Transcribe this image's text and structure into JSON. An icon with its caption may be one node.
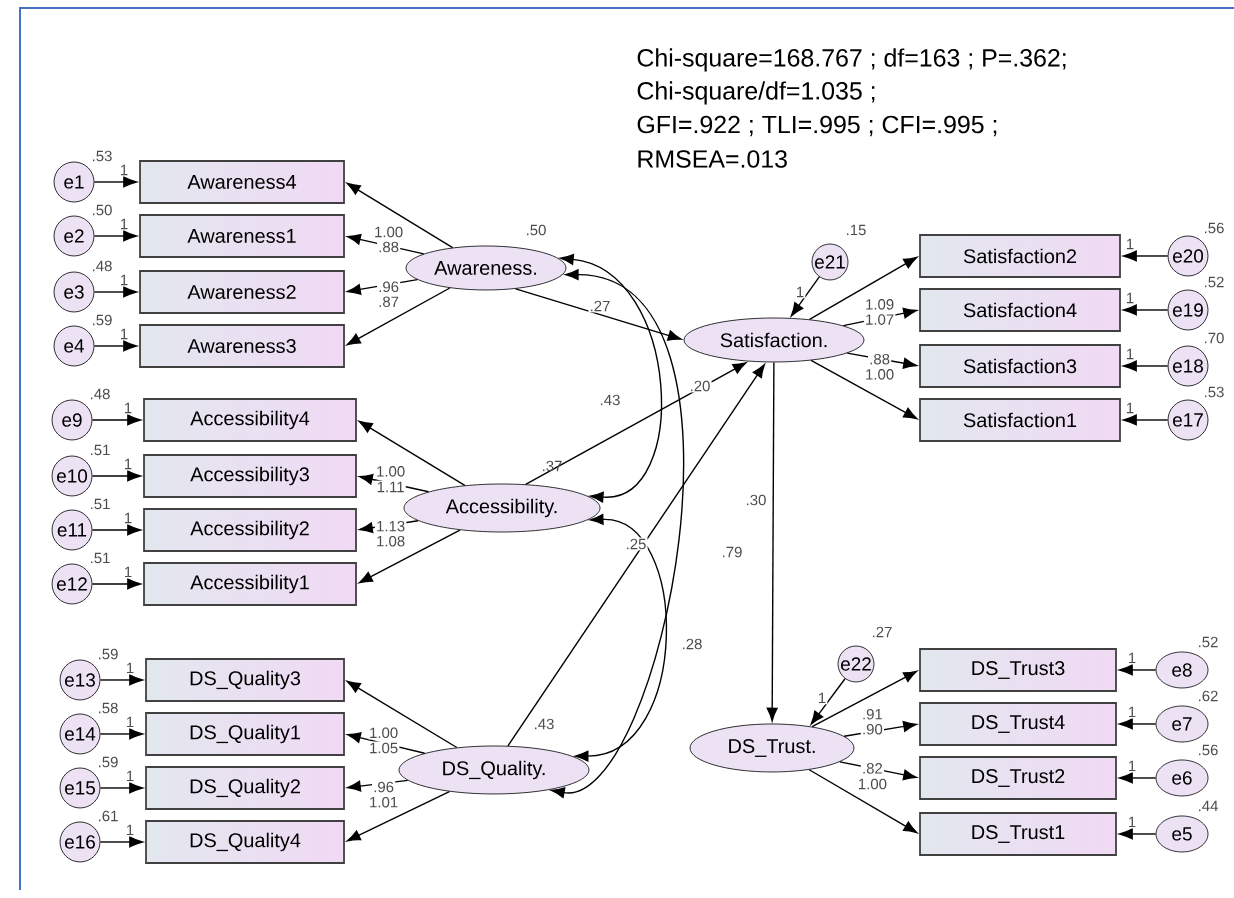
{
  "diagram": {
    "nodes": [
      {
        "text": [
          "e1"
        ],
        "beside": [
          ".53"
        ]
      },
      {
        "text": [
          "e2"
        ],
        "beside": [
          ".50"
        ]
      },
      {
        "text": [
          "e3"
        ],
        "beside": [
          ".48"
        ]
      },
      {
        "text": [
          "e4"
        ],
        "beside": [
          ".59"
        ]
      },
      {
        "text": [
          "Awareness4"
        ]
      },
      {
        "text": [
          "Awareness1"
        ]
      },
      {
        "text": [
          "Awareness2"
        ]
      },
      {
        "text": [
          "Awareness3"
        ]
      },
      {
        "text": [
          "Awareness."
        ],
        "beside": [
          ".50"
        ]
      },
      {
        "text": [
          "e9"
        ],
        "beside": [
          ".48"
        ]
      },
      {
        "text": [
          "e10"
        ],
        "beside": [
          ".51"
        ]
      },
      {
        "text": [
          "e11"
        ],
        "beside": [
          ".51"
        ]
      },
      {
        "text": [
          "e12"
        ],
        "beside": [
          ".51"
        ]
      },
      {
        "text": [
          "Accessibility4"
        ]
      },
      {
        "text": [
          "Accessibility3"
        ]
      },
      {
        "text": [
          "Accessibility2"
        ]
      },
      {
        "text": [
          "Accessibility1"
        ]
      },
      {
        "text": [
          "Accessibility."
        ],
        "beside": [
          ".37"
        ]
      },
      {
        "text": [
          "e13"
        ],
        "beside": [
          ".59"
        ]
      },
      {
        "text": [
          "e14"
        ],
        "beside": [
          ".58"
        ]
      },
      {
        "text": [
          "e15"
        ],
        "beside": [
          ".59"
        ]
      },
      {
        "text": [
          "e16"
        ],
        "beside": [
          ".61"
        ]
      },
      {
        "text": [
          "DS_Quality3"
        ]
      },
      {
        "text": [
          "DS_Quality1"
        ]
      },
      {
        "text": [
          "DS_Quality2"
        ]
      },
      {
        "text": [
          "DS_Quality4"
        ]
      },
      {
        "text": [
          "DS_Quality."
        ],
        "beside": [
          ".43"
        ]
      },
      {
        "text": [
          "Satisfaction."
        ]
      },
      {
        "text": [
          "e21"
        ],
        "beside": [
          ".15"
        ]
      },
      {
        "text": [
          "Satisfaction2"
        ]
      },
      {
        "text": [
          "Satisfaction4"
        ]
      },
      {
        "text": [
          "Satisfaction3"
        ]
      },
      {
        "text": [
          "Satisfaction1"
        ]
      },
      {
        "text": [
          "e20"
        ],
        "beside": [
          ".56"
        ]
      },
      {
        "text": [
          "e19"
        ],
        "beside": [
          ".52"
        ]
      },
      {
        "text": [
          "e18"
        ],
        "beside": [
          ".70"
        ]
      },
      {
        "text": [
          "e17"
        ],
        "beside": [
          ".53"
        ]
      },
      {
        "text": [
          "DS_Trust."
        ]
      },
      {
        "text": [
          "e22"
        ],
        "beside": [
          ".27"
        ]
      },
      {
        "text": [
          "DS_Trust3"
        ]
      },
      {
        "text": [
          "DS_Trust4"
        ]
      },
      {
        "text": [
          "DS_Trust2"
        ]
      },
      {
        "text": [
          "DS_Trust1"
        ]
      },
      {
        "text": [
          "e8"
        ],
        "beside": [
          ".52"
        ]
      },
      {
        "text": [
          "e7"
        ],
        "beside": [
          ".62"
        ]
      },
      {
        "text": [
          "e6"
        ],
        "beside": [
          ".56"
        ]
      },
      {
        "text": [
          "e5"
        ],
        "beside": [
          ".44"
        ]
      }
    ],
    "edges": [
      {
        "from": 8,
        "to": 4,
        "arrow": "to",
        "label": "1.00"
      },
      {
        "from": 8,
        "to": 5,
        "arrow": "to",
        "label": ".88"
      },
      {
        "from": 8,
        "to": 6,
        "arrow": "to",
        "label": ".96"
      },
      {
        "from": 8,
        "to": 7,
        "arrow": "to",
        "label": ".87"
      },
      {
        "from": 0,
        "to": 4,
        "arrow": "to",
        "label": "1"
      },
      {
        "from": 1,
        "to": 5,
        "arrow": "to",
        "label": "1"
      },
      {
        "from": 2,
        "to": 6,
        "arrow": "to",
        "label": "1"
      },
      {
        "from": 3,
        "to": 7,
        "arrow": "to",
        "label": "1"
      },
      {
        "from": 17,
        "to": 13,
        "arrow": "to",
        "label": "1.00"
      },
      {
        "from": 17,
        "to": 14,
        "arrow": "to",
        "label": "1.11"
      },
      {
        "from": 17,
        "to": 15,
        "arrow": "to",
        "label": "1.13"
      },
      {
        "from": 17,
        "to": 16,
        "arrow": "to",
        "label": "1.08"
      },
      {
        "from": 9,
        "to": 13,
        "arrow": "to",
        "label": "1"
      },
      {
        "from": 10,
        "to": 14,
        "arrow": "to",
        "label": "1"
      },
      {
        "from": 11,
        "to": 15,
        "arrow": "to",
        "label": "1"
      },
      {
        "from": 12,
        "to": 16,
        "arrow": "to",
        "label": "1"
      },
      {
        "from": 26,
        "to": 22,
        "arrow": "to",
        "label": "1.00"
      },
      {
        "from": 26,
        "to": 23,
        "arrow": "to",
        "label": "1.05"
      },
      {
        "from": 26,
        "to": 24,
        "arrow": "to",
        "label": ".96"
      },
      {
        "from": 26,
        "to": 25,
        "arrow": "to",
        "label": "1.01"
      },
      {
        "from": 18,
        "to": 22,
        "arrow": "to",
        "label": "1"
      },
      {
        "from": 19,
        "to": 23,
        "arrow": "to",
        "label": "1"
      },
      {
        "from": 20,
        "to": 24,
        "arrow": "to",
        "label": "1"
      },
      {
        "from": 21,
        "to": 25,
        "arrow": "to",
        "label": "1"
      },
      {
        "from": 28,
        "to": 27,
        "arrow": "to",
        "label": "1"
      },
      {
        "from": 27,
        "to": 29,
        "arrow": "to",
        "label": "1.09"
      },
      {
        "from": 27,
        "to": 30,
        "arrow": "to",
        "label": "1.07"
      },
      {
        "from": 27,
        "to": 31,
        "arrow": "to",
        "label": ".88"
      },
      {
        "from": 27,
        "to": 32,
        "arrow": "to",
        "label": "1.00"
      },
      {
        "from": 33,
        "to": 29,
        "arrow": "to",
        "label": "1"
      },
      {
        "from": 34,
        "to": 30,
        "arrow": "to",
        "label": "1"
      },
      {
        "from": 35,
        "to": 31,
        "arrow": "to",
        "label": "1"
      },
      {
        "from": 36,
        "to": 32,
        "arrow": "to",
        "label": "1"
      },
      {
        "from": 38,
        "to": 37,
        "arrow": "to",
        "label": "1"
      },
      {
        "from": 37,
        "to": 39,
        "arrow": "to",
        "label": ".91"
      },
      {
        "from": 37,
        "to": 40,
        "arrow": "to",
        "label": ".90"
      },
      {
        "from": 37,
        "to": 41,
        "arrow": "to",
        "label": ".82"
      },
      {
        "from": 37,
        "to": 42,
        "arrow": "to",
        "label": "1.00"
      },
      {
        "from": 43,
        "to": 39,
        "arrow": "to",
        "label": "1"
      },
      {
        "from": 44,
        "to": 40,
        "arrow": "to",
        "label": "1"
      },
      {
        "from": 45,
        "to": 41,
        "arrow": "to",
        "label": "1"
      },
      {
        "from": 46,
        "to": 42,
        "arrow": "to",
        "label": "1"
      },
      {
        "from": 8,
        "to": 27,
        "arrow": "to",
        "label": ".27"
      },
      {
        "from": 17,
        "to": 27,
        "arrow": "to",
        "label": ".20"
      },
      {
        "from": 26,
        "to": 27,
        "arrow": "to",
        "label": ".25"
      },
      {
        "from": 27,
        "to": 37,
        "arrow": "to",
        "label": ".30"
      },
      {
        "from": 8,
        "to": 17,
        "arrow": "both",
        "label": ".43"
      },
      {
        "from": 17,
        "to": 26,
        "arrow": "both",
        "label": ".28"
      },
      {
        "from": 8,
        "to": 26,
        "arrow": "both",
        "label": ".79"
      }
    ],
    "labels": [
      "Chi-square=168.767 ; df=163 ; P=.362;",
      "Chi-square/df=1.035 ;",
      "GFI=.922 ; TLI=.995 ; CFI=.995 ;",
      "RMSEA=.013"
    ]
  }
}
